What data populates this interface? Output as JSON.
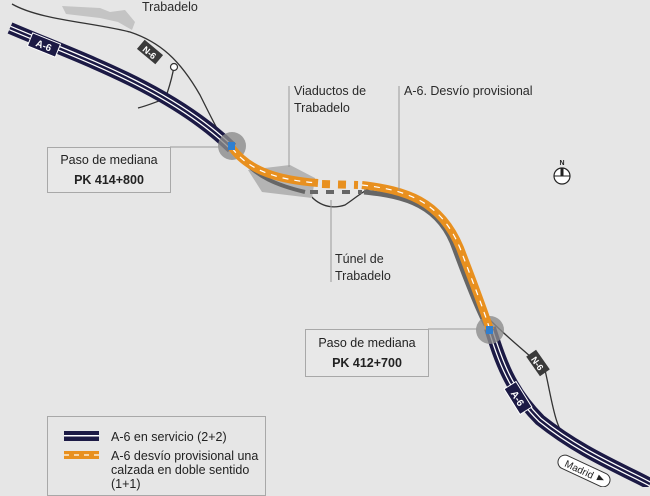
{
  "map": {
    "town_label": "Trabadelo",
    "road_badges": {
      "a6": "A-6",
      "n6": "N-6"
    },
    "labels": {
      "viaducts": [
        "Viaductos de",
        "Trabadelo"
      ],
      "detour": "A-6. Desvío provisional",
      "tunnel": [
        "Túnel de",
        "Trabadelo"
      ]
    },
    "crossovers": [
      {
        "title": "Paso de mediana",
        "pk": "PK 414+800"
      },
      {
        "title": "Paso de mediana",
        "pk": "PK 412+700"
      }
    ],
    "direction_sign": "Madrid",
    "north_label": "N",
    "colors": {
      "a6": "#1c1a45",
      "detour": "#e8901f",
      "old": "#6a6a6a",
      "crossover": "#2f7fd0",
      "background": "#e6e6e6"
    }
  },
  "legend": {
    "items": [
      {
        "label": "A-6 en servicio (2+2)"
      },
      {
        "label": "A-6 desvío provisional una calzada en doble sentido (1+1)"
      }
    ]
  }
}
